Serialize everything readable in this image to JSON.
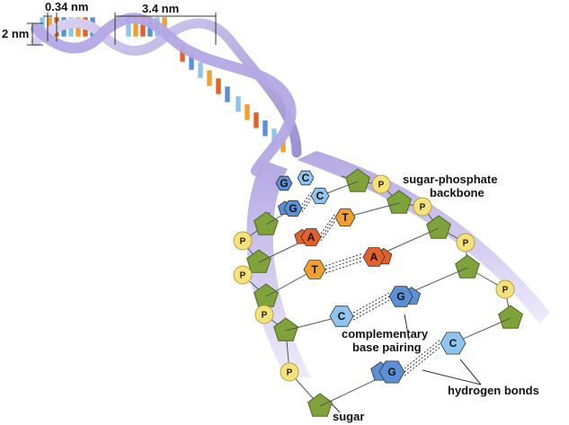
{
  "labels": {
    "measure_small": "0.34 nm",
    "measure_turn": "3.4 nm",
    "measure_width": "2 nm",
    "backbone_line1": "sugar-phosphate",
    "backbone_line2": "backbone",
    "pairing_line1": "complementary",
    "pairing_line2": "base pairing",
    "hydrogen": "hydrogen bonds",
    "sugar": "sugar"
  },
  "phosphate_letter": "P",
  "base_pairs": [
    {
      "left": "G",
      "right": "C",
      "left_color": "#5b8fd6",
      "right_color": "#8fc4ee"
    },
    {
      "left": "A",
      "right": "T",
      "left_color": "#e0622a",
      "right_color": "#f0a030"
    },
    {
      "left": "T",
      "right": "A",
      "left_color": "#f0a030",
      "right_color": "#e0622a"
    },
    {
      "left": "C",
      "right": "G",
      "left_color": "#8fc4ee",
      "right_color": "#5b8fd6"
    },
    {
      "left": "G",
      "right": "C",
      "left_color": "#5b8fd6",
      "right_color": "#8fc4ee"
    }
  ],
  "helix_top_pair": {
    "left": "G",
    "right": "C"
  },
  "colors": {
    "backbone": "#b9b0e0",
    "sugar": "#7fa23a",
    "phosphate": "#f5e27a",
    "guanine": "#5b8fd6",
    "cytosine": "#8fc4ee",
    "adenine": "#e0622a",
    "thymine": "#f0a030"
  }
}
